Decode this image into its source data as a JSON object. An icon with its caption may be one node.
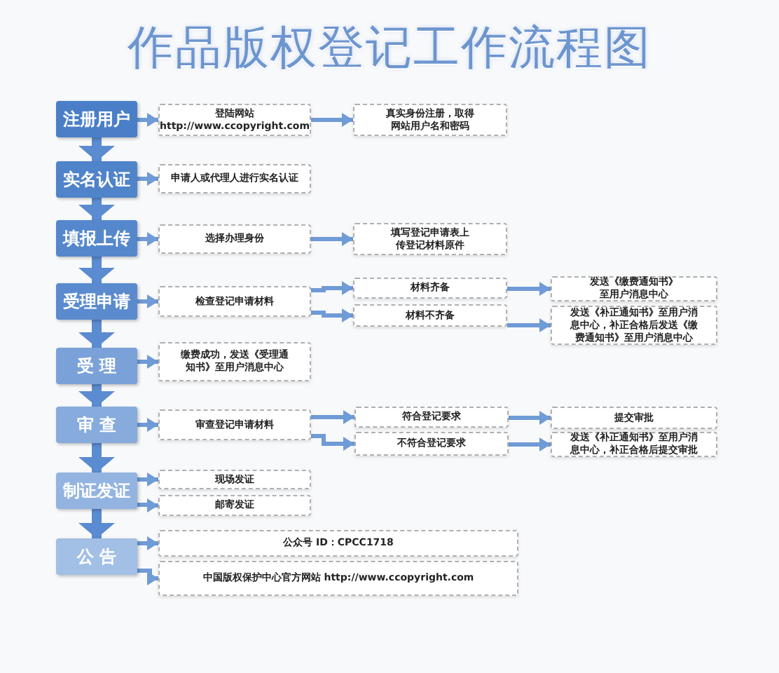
{
  "diagram": {
    "title": "作品版权登记工作流程图",
    "nodes": [
      {
        "text": [
          "注册用户"
        ]
      },
      {
        "text": [
          "实名认证"
        ]
      },
      {
        "text": [
          "填报上传"
        ]
      },
      {
        "text": [
          "受理申请"
        ]
      },
      {
        "text": [
          "受 理"
        ]
      },
      {
        "text": [
          "审 查"
        ]
      },
      {
        "text": [
          "制证发证"
        ]
      },
      {
        "text": [
          "公 告"
        ]
      },
      {
        "text": [
          "登陆网站 http://www.ccopyright.com"
        ]
      },
      {
        "text": [
          "真实身份注册，取得网站用户名和密码"
        ]
      },
      {
        "text": [
          "申请人或代理人进行实名认证"
        ]
      },
      {
        "text": [
          "选择办理身份"
        ]
      },
      {
        "text": [
          "填写登记申请表上传登记材料原件"
        ]
      },
      {
        "text": [
          "检查登记申请材料"
        ]
      },
      {
        "text": [
          "材料齐备"
        ]
      },
      {
        "text": [
          "材料不齐备"
        ]
      },
      {
        "text": [
          "发送《缴费通知书》至用户消息中心"
        ]
      },
      {
        "text": [
          "发送《补正通知书》至用户消息中心，补正合格后发送《缴费通知书》至用户消息中心"
        ]
      },
      {
        "text": [
          "缴费成功，发送《受理通知书》至用户消息中心"
        ]
      },
      {
        "text": [
          "审查登记申请材料"
        ]
      },
      {
        "text": [
          "符合登记要求"
        ]
      },
      {
        "text": [
          "不符合登记要求"
        ]
      },
      {
        "text": [
          "提交审批"
        ]
      },
      {
        "text": [
          "发送《补正通知书》至用户消息中心，补正合格后提交审批"
        ]
      },
      {
        "text": [
          "现场发证"
        ]
      },
      {
        "text": [
          "邮寄发证"
        ]
      },
      {
        "text": [
          "公众号 ID：CPCC1718"
        ]
      },
      {
        "text": [
          "中国版权保护中心官方网站 http://www.ccopyright.com"
        ]
      }
    ],
    "edges": [
      {
        "from": 0,
        "to": 1,
        "arrow": "to",
        "style": "thick"
      },
      {
        "from": 1,
        "to": 2,
        "arrow": "to",
        "style": "thick"
      },
      {
        "from": 2,
        "to": 3,
        "arrow": "to",
        "style": "thick"
      },
      {
        "from": 3,
        "to": 4,
        "arrow": "to",
        "style": "thick"
      },
      {
        "from": 4,
        "to": 5,
        "arrow": "to",
        "style": "thick"
      },
      {
        "from": 5,
        "to": 6,
        "arrow": "to",
        "style": "thick"
      },
      {
        "from": 6,
        "to": 7,
        "arrow": "to",
        "style": "thick"
      },
      {
        "from": 0,
        "to": 8,
        "arrow": "to"
      },
      {
        "from": 8,
        "to": 9,
        "arrow": "to"
      },
      {
        "from": 1,
        "to": 10,
        "arrow": "to"
      },
      {
        "from": 2,
        "to": 11,
        "arrow": "to"
      },
      {
        "from": 11,
        "to": 12,
        "arrow": "to"
      },
      {
        "from": 3,
        "to": 13,
        "arrow": "to"
      },
      {
        "from": 13,
        "to": 14,
        "arrow": "to"
      },
      {
        "from": 13,
        "to": 15,
        "arrow": "to"
      },
      {
        "from": 14,
        "to": 16,
        "arrow": "to"
      },
      {
        "from": 15,
        "to": 17,
        "arrow": "to"
      },
      {
        "from": 4,
        "to": 18,
        "arrow": "to"
      },
      {
        "from": 5,
        "to": 19,
        "arrow": "to"
      },
      {
        "from": 19,
        "to": 20,
        "arrow": "to"
      },
      {
        "from": 19,
        "to": 21,
        "arrow": "to"
      },
      {
        "from": 20,
        "to": 22,
        "arrow": "to"
      },
      {
        "from": 21,
        "to": 23,
        "arrow": "to"
      },
      {
        "from": 6,
        "to": 24,
        "arrow": "to"
      },
      {
        "from": 6,
        "to": 25,
        "arrow": "to"
      },
      {
        "from": 7,
        "to": 26,
        "arrow": "to"
      },
      {
        "from": 7,
        "to": 27,
        "arrow": "to"
      }
    ]
  }
}
